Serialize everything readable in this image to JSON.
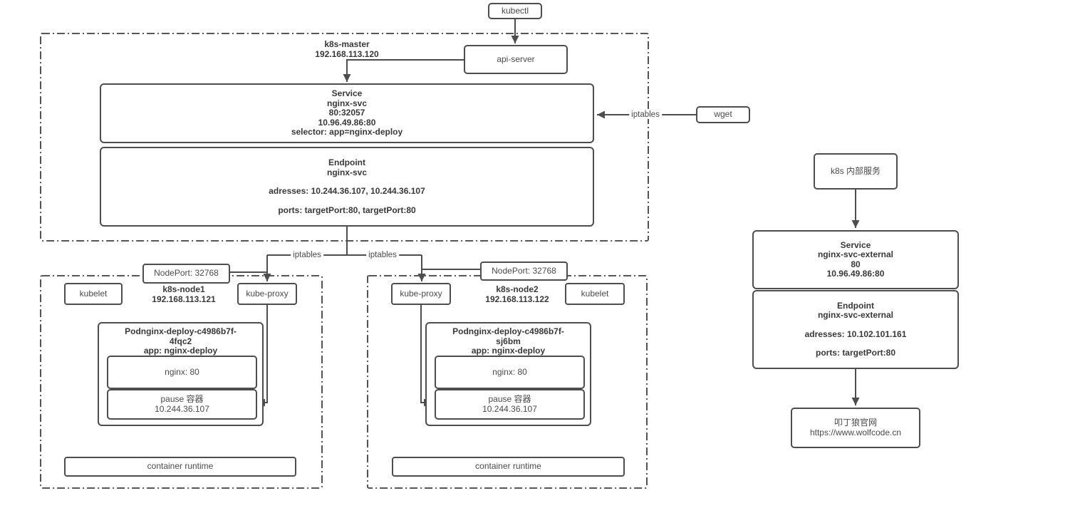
{
  "style": {
    "line_color": "#4d4d4d",
    "text_color_regular": "#4a4a4a",
    "text_color_bold": "#383838",
    "background": "#ffffff"
  },
  "top": {
    "kubectl": "kubectl",
    "api_server": "api-server",
    "wget": "wget"
  },
  "edge_labels": {
    "wget_iptables": "iptables",
    "left_iptables": "iptables",
    "right_iptables": "iptables"
  },
  "master": {
    "name": "k8s-master",
    "ip": "192.168.113.120",
    "service": {
      "title": "Service",
      "name": "nginx-svc",
      "ports": "80:32057",
      "cluster_ip": "10.96.49.86:80",
      "selector": "selector: app=nginx-deploy"
    },
    "endpoint": {
      "title": "Endpoint",
      "name": "nginx-svc",
      "addresses": "adresses: 10.244.36.107, 10.244.36.107",
      "ports": "ports: targetPort:80, targetPort:80"
    }
  },
  "node1": {
    "name": "k8s-node1",
    "ip": "192.168.113.121",
    "nodeport": "NodePort: 32768",
    "kubelet": "kubelet",
    "kube_proxy": "kube-proxy",
    "pod": {
      "title_line1": "Podnginx-deploy-c4986b7f-",
      "title_line2": "4fqc2",
      "app": "app: nginx-deploy",
      "nginx_container": "nginx: 80",
      "pause_title": "pause 容器",
      "pause_ip": "10.244.36.107"
    },
    "container_runtime": "container runtime"
  },
  "node2": {
    "name": "k8s-node2",
    "ip": "192.168.113.122",
    "nodeport": "NodePort: 32768",
    "kubelet": "kubelet",
    "kube_proxy": "kube-proxy",
    "pod": {
      "title_line1": "Podnginx-deploy-c4986b7f-",
      "title_line2": "sj6bm",
      "app": "app: nginx-deploy",
      "nginx_container": "nginx: 80",
      "pause_title": "pause 容器",
      "pause_ip": "10.244.36.107"
    },
    "container_runtime": "container runtime"
  },
  "external": {
    "header": "k8s 内部服务",
    "service": {
      "title": "Service",
      "name": "nginx-svc-external",
      "port": "80",
      "cluster_ip": "10.96.49.86:80"
    },
    "endpoint": {
      "title": "Endpoint",
      "name": "nginx-svc-external",
      "addresses": "adresses: 10.102.101.161",
      "ports": "ports: targetPort:80"
    },
    "website": {
      "name": "叩丁狼官网",
      "url": "https://www.wolfcode.cn"
    }
  }
}
